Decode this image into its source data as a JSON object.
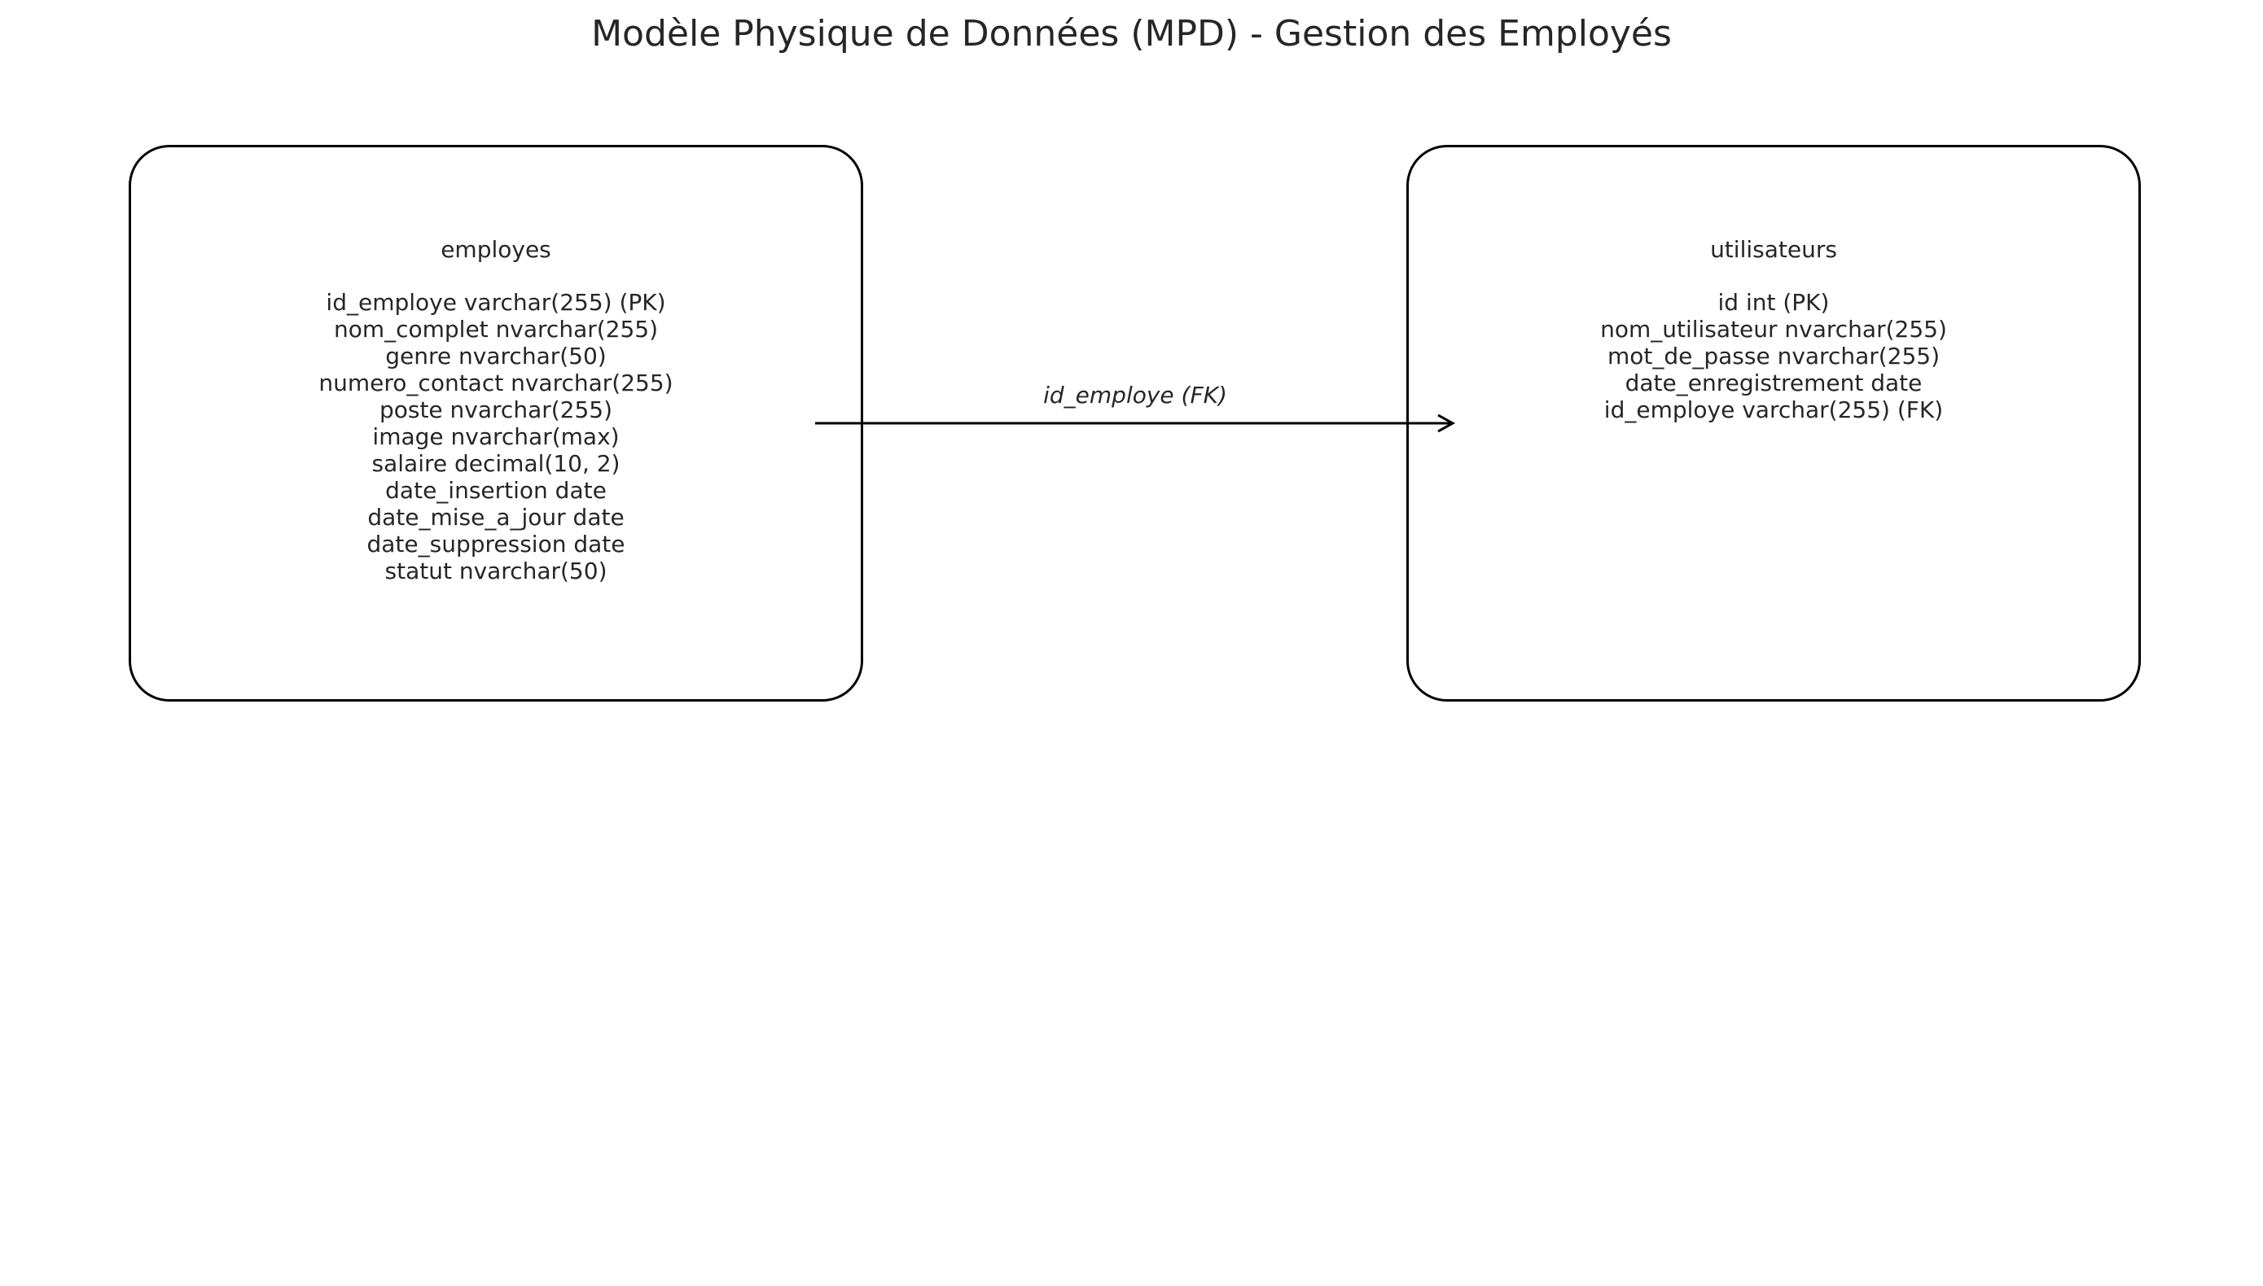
{
  "title": "Modèle Physique de Données (MPD) - Gestion des Employés",
  "entities": {
    "employes": {
      "name": "employes",
      "attributes": [
        "id_employe varchar(255) (PK)",
        "nom_complet nvarchar(255)",
        "genre nvarchar(50)",
        "numero_contact nvarchar(255)",
        "poste nvarchar(255)",
        "image nvarchar(max)",
        "salaire decimal(10, 2)",
        "date_insertion date",
        "date_mise_a_jour date",
        "date_suppression date",
        "statut nvarchar(50)"
      ]
    },
    "utilisateurs": {
      "name": "utilisateurs",
      "attributes": [
        "id int (PK)",
        "nom_utilisateur nvarchar(255)",
        "mot_de_passe nvarchar(255)",
        "date_enregistrement date",
        "id_employe varchar(255) (FK)"
      ]
    }
  },
  "relation": {
    "label": "id_employe (FK)",
    "from": "employes",
    "to": "utilisateurs"
  },
  "colors": {
    "text": "#262626",
    "line": "#000000",
    "background": "#ffffff"
  }
}
